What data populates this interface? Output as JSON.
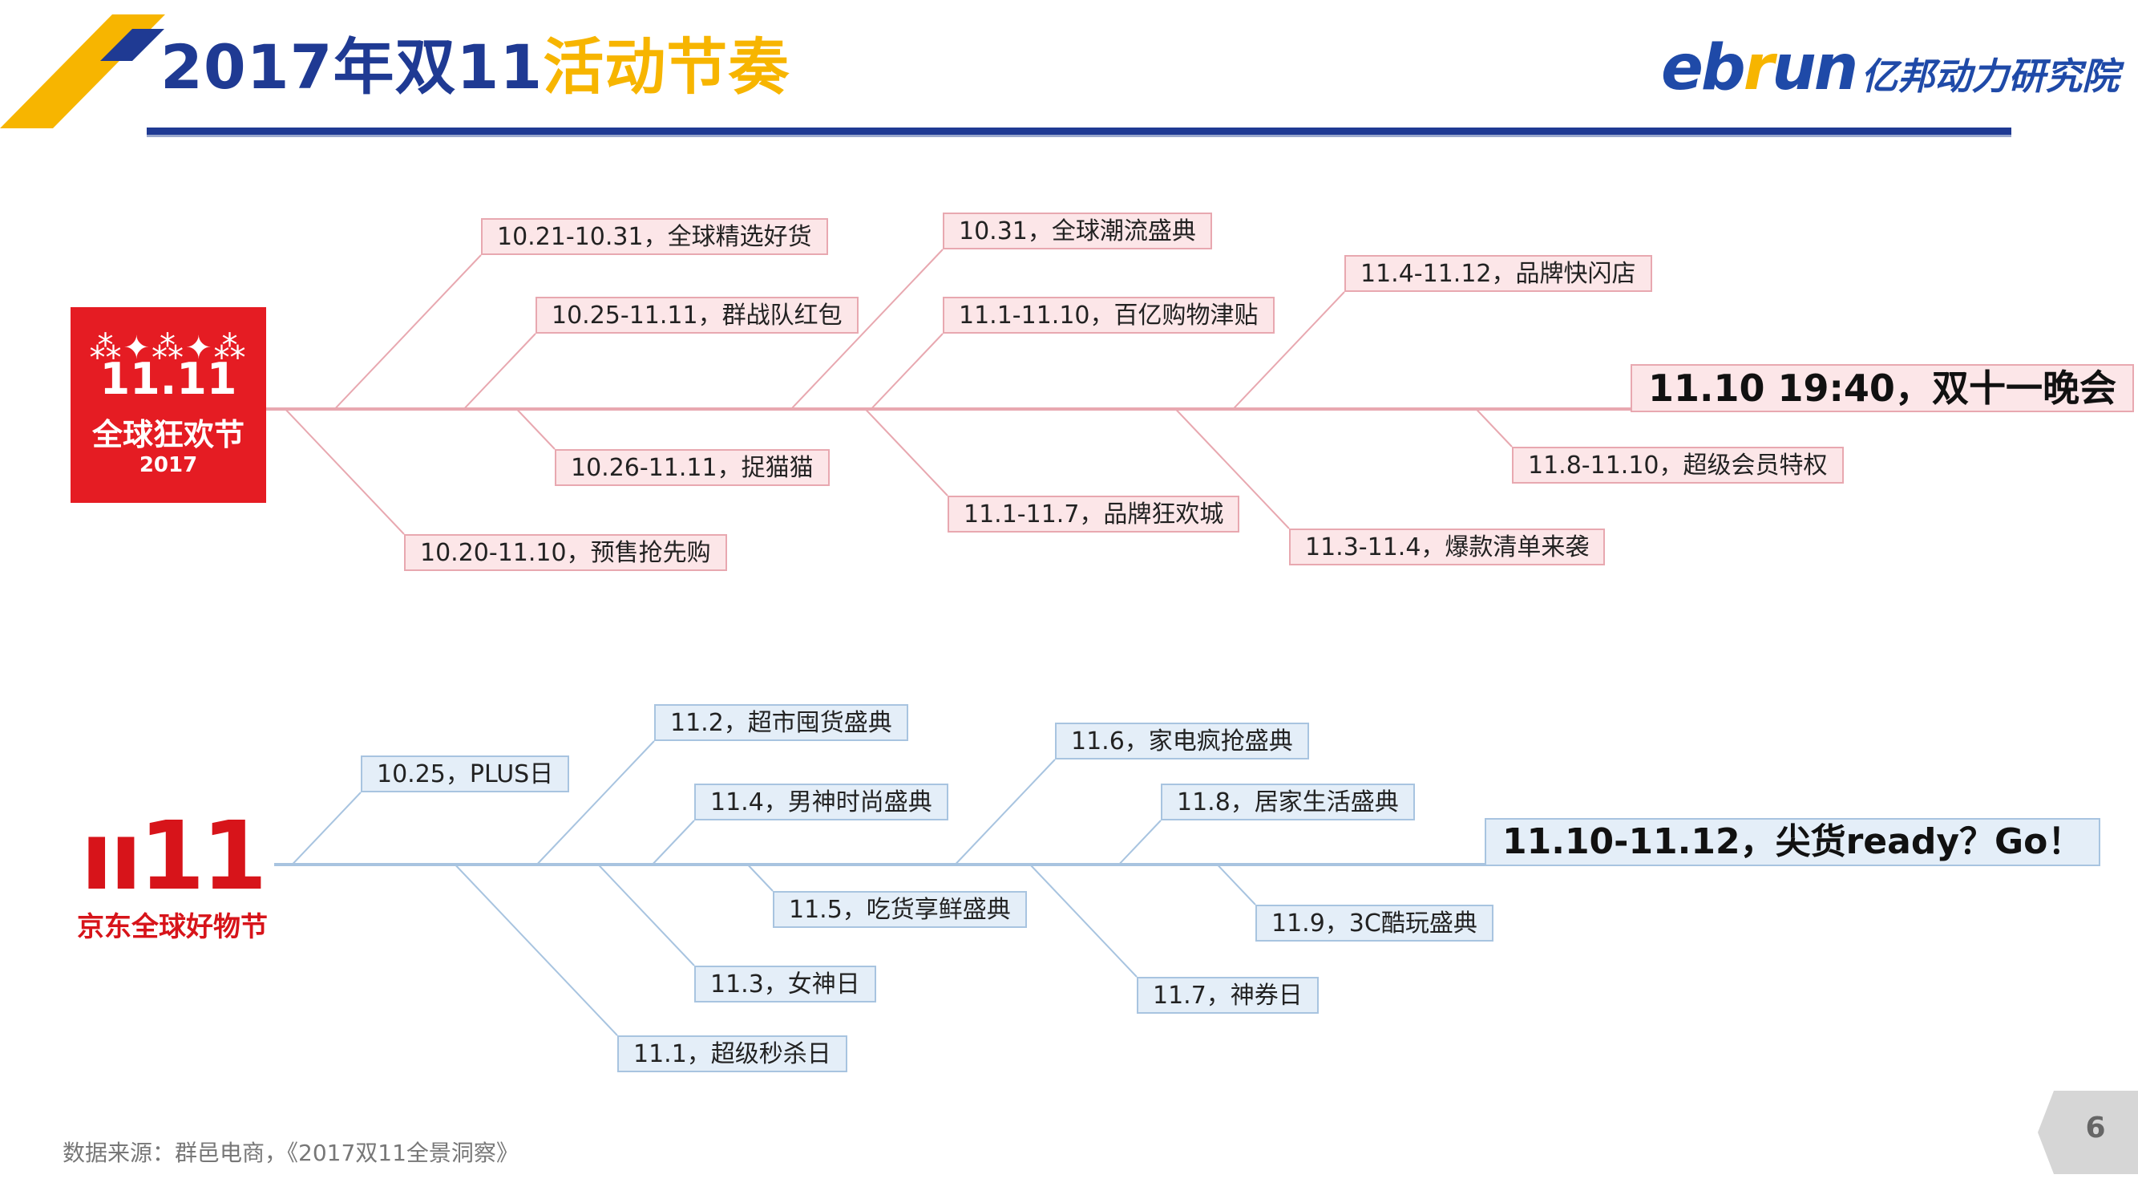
{
  "header": {
    "title_part1": "2017年双11",
    "title_part2": "活动节奏",
    "brand_latin_a": "eb",
    "brand_latin_b": "r",
    "brand_latin_c": "un",
    "brand_cn": "亿邦动力研究院"
  },
  "colors": {
    "title_blue": "#1f3a93",
    "title_gold": "#f7b500",
    "tmall_red": "#e51c23",
    "jd_red": "#d7141a",
    "tmall_line": "#e8a8b0",
    "jd_line": "#a8c4e0"
  },
  "tmall": {
    "logo": {
      "number": "11.11",
      "caption": "全球狂欢节",
      "year": "2017"
    },
    "events": [
      "10.21-10.31，全球精选好货",
      "10.25-11.11，群战队红包",
      "10.26-11.11，捉猫猫",
      "10.20-11.10，预售抢先购",
      "10.31，全球潮流盛典",
      "11.1-11.10，百亿购物津贴",
      "11.1-11.7，品牌狂欢城",
      "11.4-11.12，品牌快闪店",
      "11.3-11.4，爆款清单来袭",
      "11.8-11.10，超级会员特权"
    ],
    "highlight": "11.10 19:40，双十一晚会"
  },
  "jd": {
    "logo": {
      "caption": "京东全球好物节"
    },
    "events": [
      "10.25，PLUS日",
      "11.2，超市囤货盛典",
      "11.4，男神时尚盛典",
      "11.5，吃货享鲜盛典",
      "11.3，女神日",
      "11.1，超级秒杀日",
      "11.6，家电疯抢盛典",
      "11.8，居家生活盛典",
      "11.7，神券日",
      "11.9，3C酷玩盛典"
    ],
    "highlight": "11.10-11.12，尖货ready？Go！"
  },
  "footer": {
    "source": "数据来源：群邑电商，《2017双11全景洞察》",
    "page_number": "6"
  }
}
